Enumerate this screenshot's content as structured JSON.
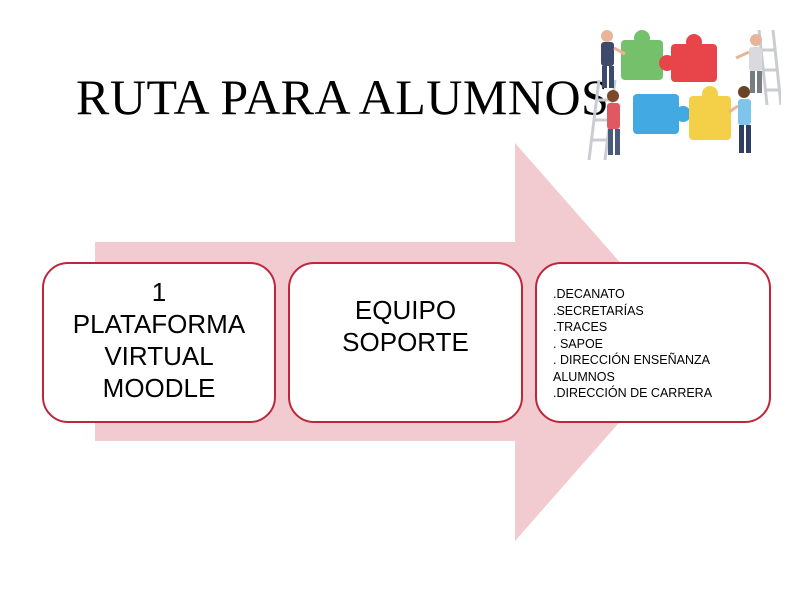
{
  "title": "RUTA PARA ALUMNOS",
  "colors": {
    "arrow": "#f1cbd0",
    "box_border": "#c0263b"
  },
  "steps": [
    {
      "lines": [
        "1",
        "PLATAFORMA",
        "VIRTUAL",
        "MOODLE"
      ]
    },
    {
      "lines": [
        "EQUIPO",
        "SOPORTE"
      ]
    },
    {
      "items": [
        ".DECANATO",
        ".SECRETARÍAS",
        ".TRACES",
        ". SAPOE",
        ". DIRECCIÓN ENSEÑANZA ALUMNOS",
        ".DIRECCIÓN DE CARRERA"
      ]
    }
  ],
  "illustration": {
    "icon": "puzzle-teamwork-icon"
  }
}
